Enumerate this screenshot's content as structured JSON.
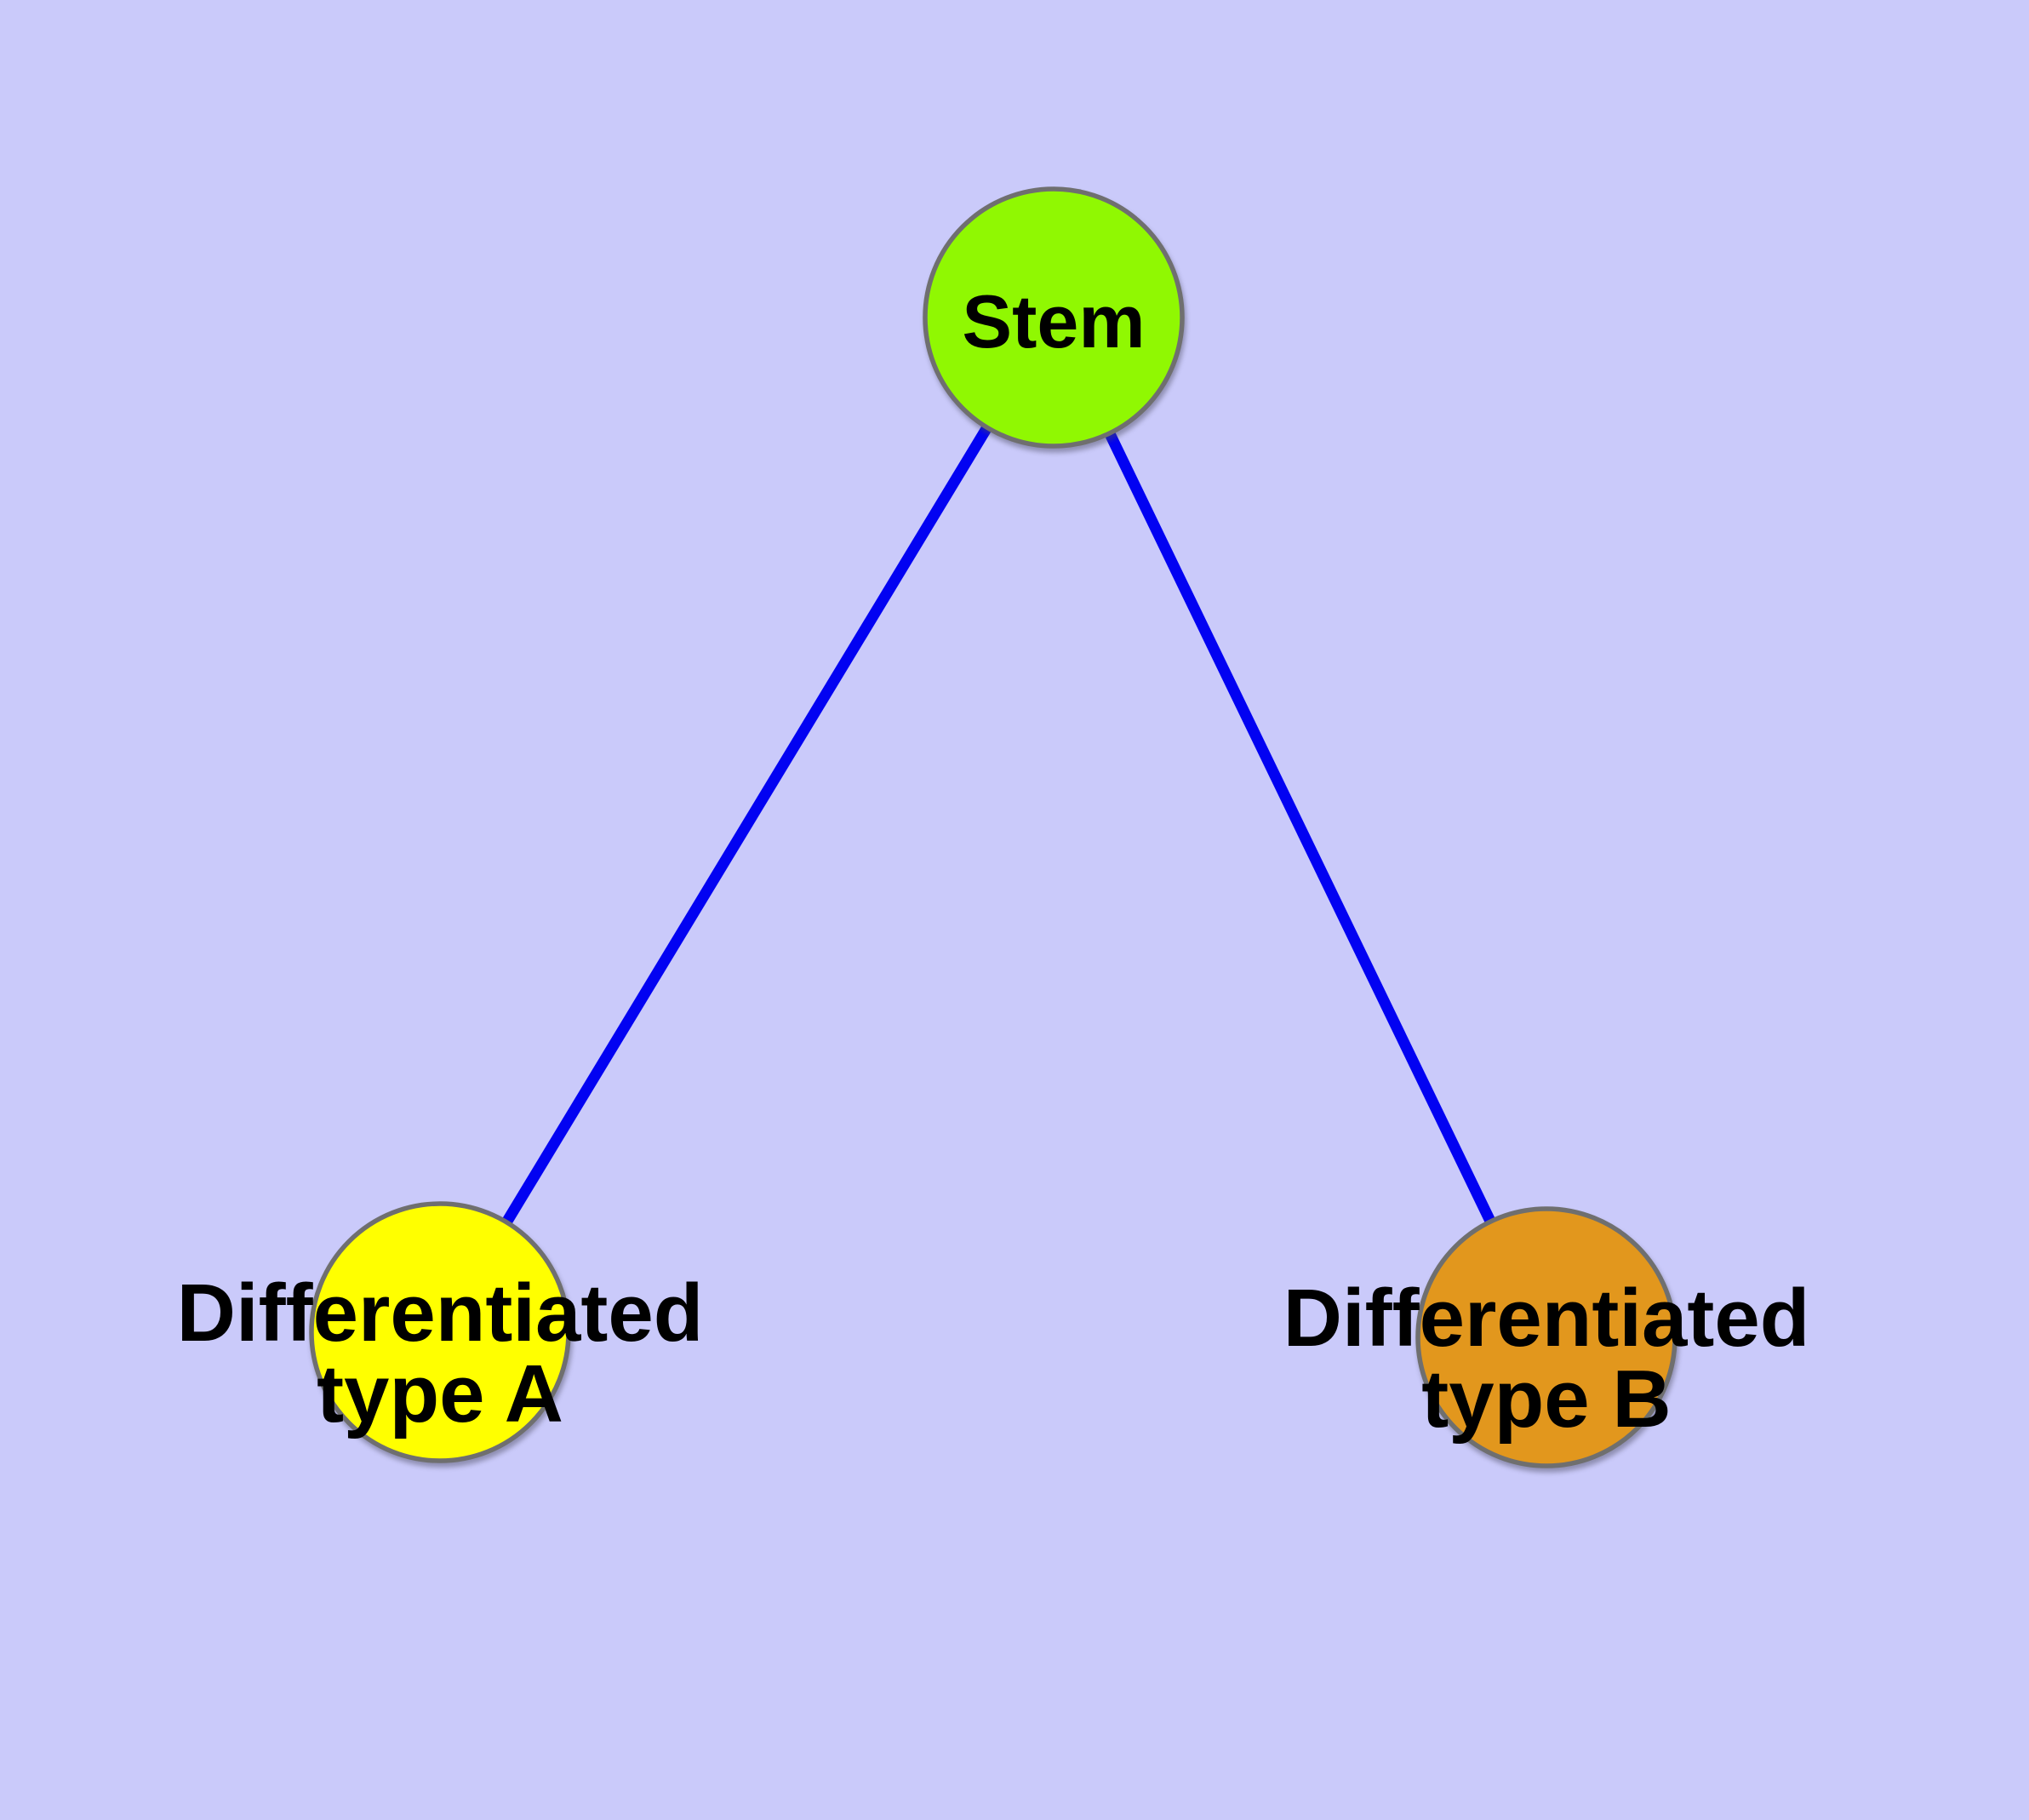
{
  "diagram": {
    "type": "node-link-graph",
    "description": "Cell differentiation hierarchy: one stem node with edges to two differentiated cell type nodes",
    "background_color": "#CACAFA",
    "edge_color": "#0202F2",
    "node_border_color": "#6F6F6F",
    "label_color": "#000000",
    "nodes": [
      {
        "id": "stem",
        "label": "Stem",
        "color": "#90F802"
      },
      {
        "id": "diff-a",
        "label": "Differentiated type A",
        "label_line1": "Differentiated",
        "label_line2": "type A",
        "color": "#FFFF00"
      },
      {
        "id": "diff-b",
        "label": "Differentiated type B",
        "label_line1": "Differentiated",
        "label_line2": "type B",
        "color": "#E2971D"
      }
    ],
    "edges": [
      {
        "from": "Stem",
        "to": "Differentiated type A"
      },
      {
        "from": "Stem",
        "to": "Differentiated type B"
      }
    ]
  }
}
